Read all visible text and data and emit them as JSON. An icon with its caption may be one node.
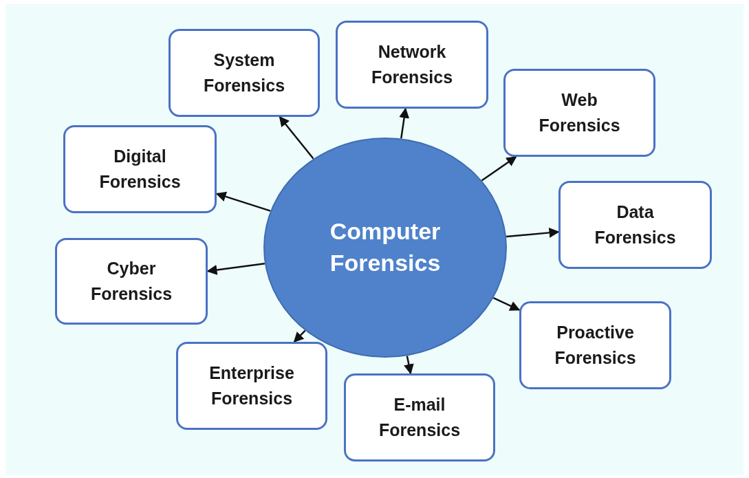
{
  "diagram": {
    "nodes": [
      {
        "text": [
          "Computer Forensics"
        ]
      },
      {
        "text": [
          "System Forensics"
        ]
      },
      {
        "text": [
          "Network Forensics"
        ]
      },
      {
        "text": [
          "Web Forensics"
        ]
      },
      {
        "text": [
          "Digital Forensics"
        ]
      },
      {
        "text": [
          "Data Forensics"
        ]
      },
      {
        "text": [
          "Cyber Forensics"
        ]
      },
      {
        "text": [
          "Proactive Forensics"
        ]
      },
      {
        "text": [
          "Enterprise Forensics"
        ]
      },
      {
        "text": [
          "E-mail Forensics"
        ]
      }
    ],
    "edges": [
      {
        "from": 0,
        "to": 1,
        "arrow": "to"
      },
      {
        "from": 0,
        "to": 2,
        "arrow": "to"
      },
      {
        "from": 0,
        "to": 3,
        "arrow": "to"
      },
      {
        "from": 0,
        "to": 4,
        "arrow": "to"
      },
      {
        "from": 0,
        "to": 5,
        "arrow": "to"
      },
      {
        "from": 0,
        "to": 6,
        "arrow": "to"
      },
      {
        "from": 0,
        "to": 7,
        "arrow": "to"
      },
      {
        "from": 0,
        "to": 8,
        "arrow": "to"
      },
      {
        "from": 0,
        "to": 9,
        "arrow": "to"
      }
    ]
  }
}
